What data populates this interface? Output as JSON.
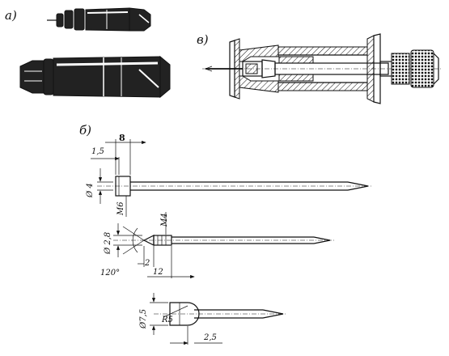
{
  "panels": {
    "a": "а)",
    "b": "б)",
    "v": "в)"
  },
  "dimensions": {
    "d1_5": "1,5",
    "d8": "8",
    "phi4": "Ø 4",
    "m6": "М6",
    "phi2_8": "Ø 2,8",
    "m4": "М4",
    "d2": "2",
    "angle120": "120°",
    "d12": "12",
    "phi7_5": "Ø7,5",
    "r5": "R5",
    "d2_5": "2,5"
  }
}
